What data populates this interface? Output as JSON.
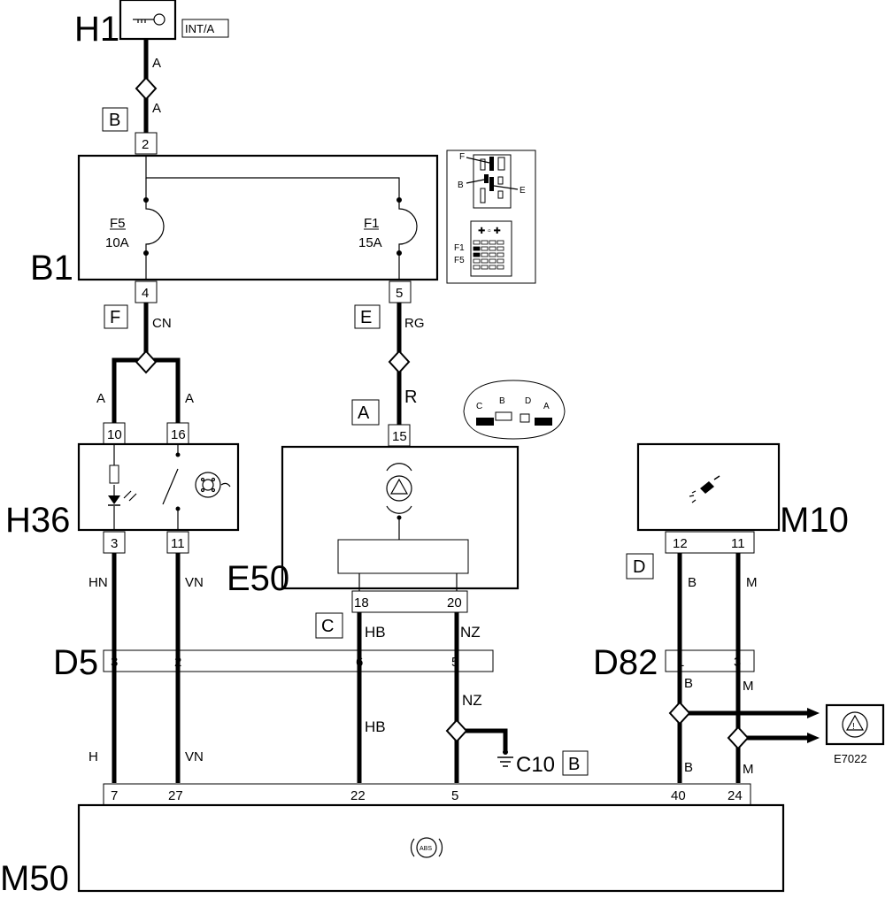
{
  "components": {
    "H1": "H1",
    "H1_tag": "INT/A",
    "B1": "B1",
    "H36": "H36",
    "E50": "E50",
    "M10": "M10",
    "D5": "D5",
    "D82": "D82",
    "M50": "M50",
    "C10": "C10",
    "C10_ref": "B",
    "E7022": "E7022"
  },
  "fuses": {
    "F5_name": "F5",
    "F5_rating": "10A",
    "F1_name": "F1",
    "F1_rating": "15A"
  },
  "connector_refs": {
    "B": "B",
    "F": "F",
    "E": "E",
    "A": "A",
    "C": "C",
    "D": "D"
  },
  "wire_colors": {
    "w_h1_top": "A",
    "w_h1_bottom": "A",
    "w_f5_cn": "CN",
    "w_branch_left": "A",
    "w_branch_right": "A",
    "w_f1_rg": "RG",
    "w_e50_r": "R",
    "w_h36_3": "HN",
    "w_h36_11": "VN",
    "w_e50_18": "HB",
    "w_e50_20": "NZ",
    "w_m10_12": "B",
    "w_m10_11": "M",
    "w_d5_3": "H",
    "w_d5_2": "VN",
    "w_d5_6": "HB",
    "w_d5_5": "NZ",
    "w_d82_1_top": "B",
    "w_d82_3_top": "M",
    "w_d82_1_bot": "B",
    "w_d82_3_bot": "M"
  },
  "pins": {
    "b1_2": "2",
    "b1_4": "4",
    "b1_5": "5",
    "h36_10": "10",
    "h36_16": "16",
    "h36_3": "3",
    "h36_11": "11",
    "e50_15": "15",
    "e50_18": "18",
    "e50_20": "20",
    "m10_12": "12",
    "m10_11": "11",
    "d5_3": "3",
    "d5_2": "2",
    "d5_6": "6",
    "d5_5": "5",
    "d82_1": "1",
    "d82_3": "3",
    "m50_7": "7",
    "m50_27": "27",
    "m50_22": "22",
    "m50_5": "5",
    "m50_40": "40",
    "m50_24": "24"
  },
  "inset_fusebox": {
    "F": "F",
    "B": "B",
    "E": "E",
    "F1": "F1",
    "F5": "F5"
  },
  "inset_dash": {
    "C": "C",
    "B": "B",
    "D": "D",
    "A": "A"
  },
  "abs_icon": "ABS"
}
